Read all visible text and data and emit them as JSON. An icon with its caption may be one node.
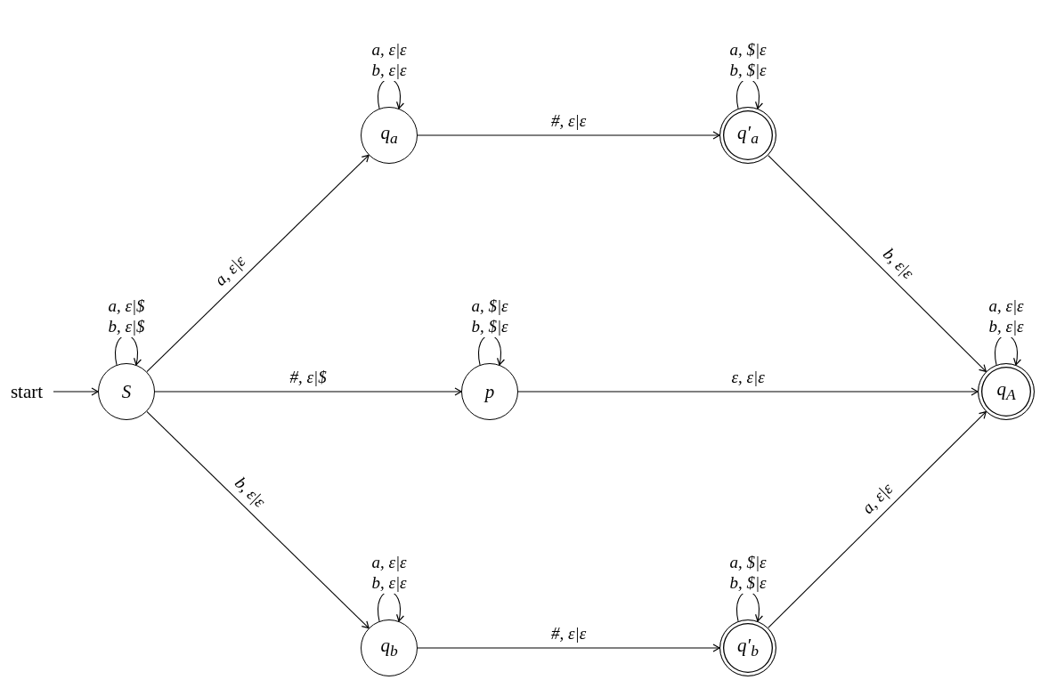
{
  "diagram": {
    "nodes": [
      {
        "text": [
          "start"
        ]
      },
      {
        "text": [
          "S"
        ]
      },
      {
        "text": [
          "q$_{a}$"
        ]
      },
      {
        "text": [
          "q′$_{a}$"
        ]
      },
      {
        "text": [
          "p"
        ]
      },
      {
        "text": [
          "q$_{A}$"
        ]
      },
      {
        "text": [
          "q$_{b}$"
        ]
      },
      {
        "text": [
          "q′$_{b}$"
        ]
      }
    ],
    "edges": [
      {
        "from": 0,
        "to": 1,
        "arrow": "to"
      },
      {
        "from": 1,
        "to": 1,
        "arrow": "to",
        "label": "a, ε|$ b, ε|$"
      },
      {
        "from": 1,
        "to": 2,
        "arrow": "to",
        "label": "a, ε|ε"
      },
      {
        "from": 1,
        "to": 4,
        "arrow": "to",
        "label": "#, ε|$"
      },
      {
        "from": 1,
        "to": 6,
        "arrow": "to",
        "label": "b, ε|ε"
      },
      {
        "from": 2,
        "to": 2,
        "arrow": "to",
        "label": "a, ε|ε b, ε|ε"
      },
      {
        "from": 2,
        "to": 3,
        "arrow": "to",
        "label": "#, ε|ε"
      },
      {
        "from": 3,
        "to": 3,
        "arrow": "to",
        "label": "a, $|ε b, $|ε"
      },
      {
        "from": 3,
        "to": 5,
        "arrow": "to",
        "label": "b, ε|ε"
      },
      {
        "from": 4,
        "to": 4,
        "arrow": "to",
        "label": "a, $|ε b, $|ε"
      },
      {
        "from": 4,
        "to": 5,
        "arrow": "to",
        "label": "ε, ε|ε"
      },
      {
        "from": 5,
        "to": 5,
        "arrow": "to",
        "label": "a, ε|ε b, ε|ε"
      },
      {
        "from": 6,
        "to": 6,
        "arrow": "to",
        "label": "a, ε|ε b, ε|ε"
      },
      {
        "from": 6,
        "to": 7,
        "arrow": "to",
        "label": "#, ε|ε"
      },
      {
        "from": 7,
        "to": 7,
        "arrow": "to",
        "label": "a, $|ε b, $|ε"
      },
      {
        "from": 7,
        "to": 5,
        "arrow": "to",
        "label": "a, ε|ε"
      }
    ]
  }
}
